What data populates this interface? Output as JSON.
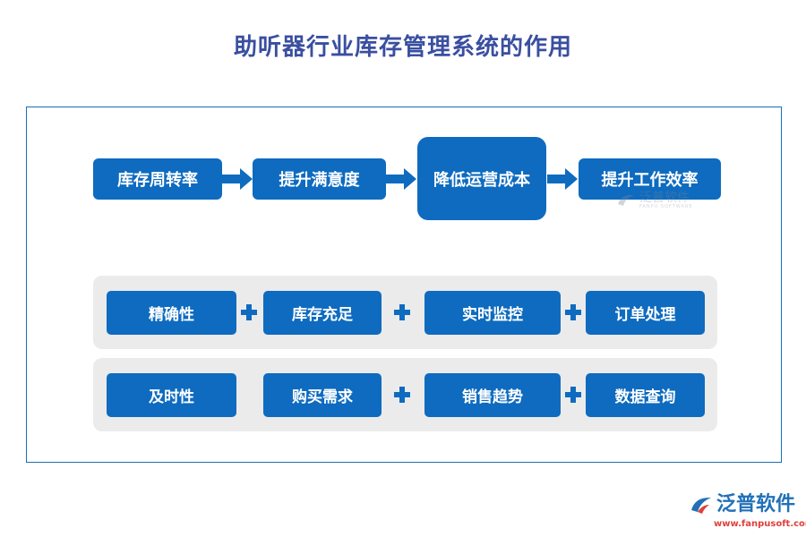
{
  "title": "助听器行业库存管理系统的作用",
  "colors": {
    "title": "#3a4fa0",
    "box": "#0e6bbf",
    "frame": "#1a6fb4",
    "panel": "#ebebeb",
    "logo_blue": "#2170b8",
    "logo_red": "#e0403c"
  },
  "flow": [
    "库存周转率",
    "提升满意度",
    "降低运营成本",
    "提升工作效率"
  ],
  "row1": [
    "精确性",
    "库存充足",
    "实时监控",
    "订单处理"
  ],
  "row2": [
    "及时性",
    "购买需求",
    "销售趋势",
    "数据查询"
  ],
  "watermark": {
    "text": "泛普软件",
    "sub": "FANPU SOFTWARE"
  },
  "logo": {
    "name": "泛普软件",
    "url": "www.fanpusoft.com"
  }
}
